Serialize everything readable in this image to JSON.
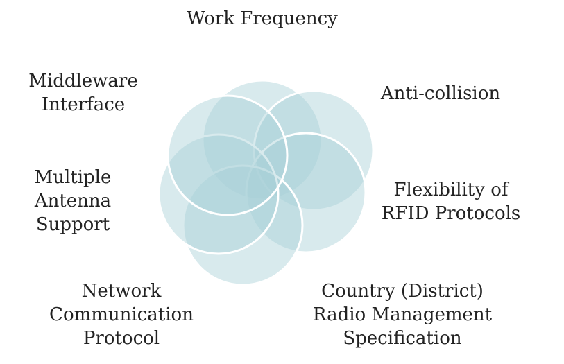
{
  "diagram": {
    "petal_fill": "#a9d0d7",
    "petal_stroke": "#ffffff",
    "labels": [
      {
        "lines": [
          "Work Frequency"
        ]
      },
      {
        "lines": [
          "Middleware",
          "Interface"
        ]
      },
      {
        "lines": [
          "Anti-collision"
        ]
      },
      {
        "lines": [
          "Flexibility of",
          "RFID Protocols"
        ]
      },
      {
        "lines": [
          "Multiple",
          "Antenna",
          "Support"
        ]
      },
      {
        "lines": [
          "Network",
          "Communication",
          "Protocol"
        ]
      },
      {
        "lines": [
          "Country (District)",
          "Radio Management",
          "Specification"
        ]
      }
    ]
  }
}
